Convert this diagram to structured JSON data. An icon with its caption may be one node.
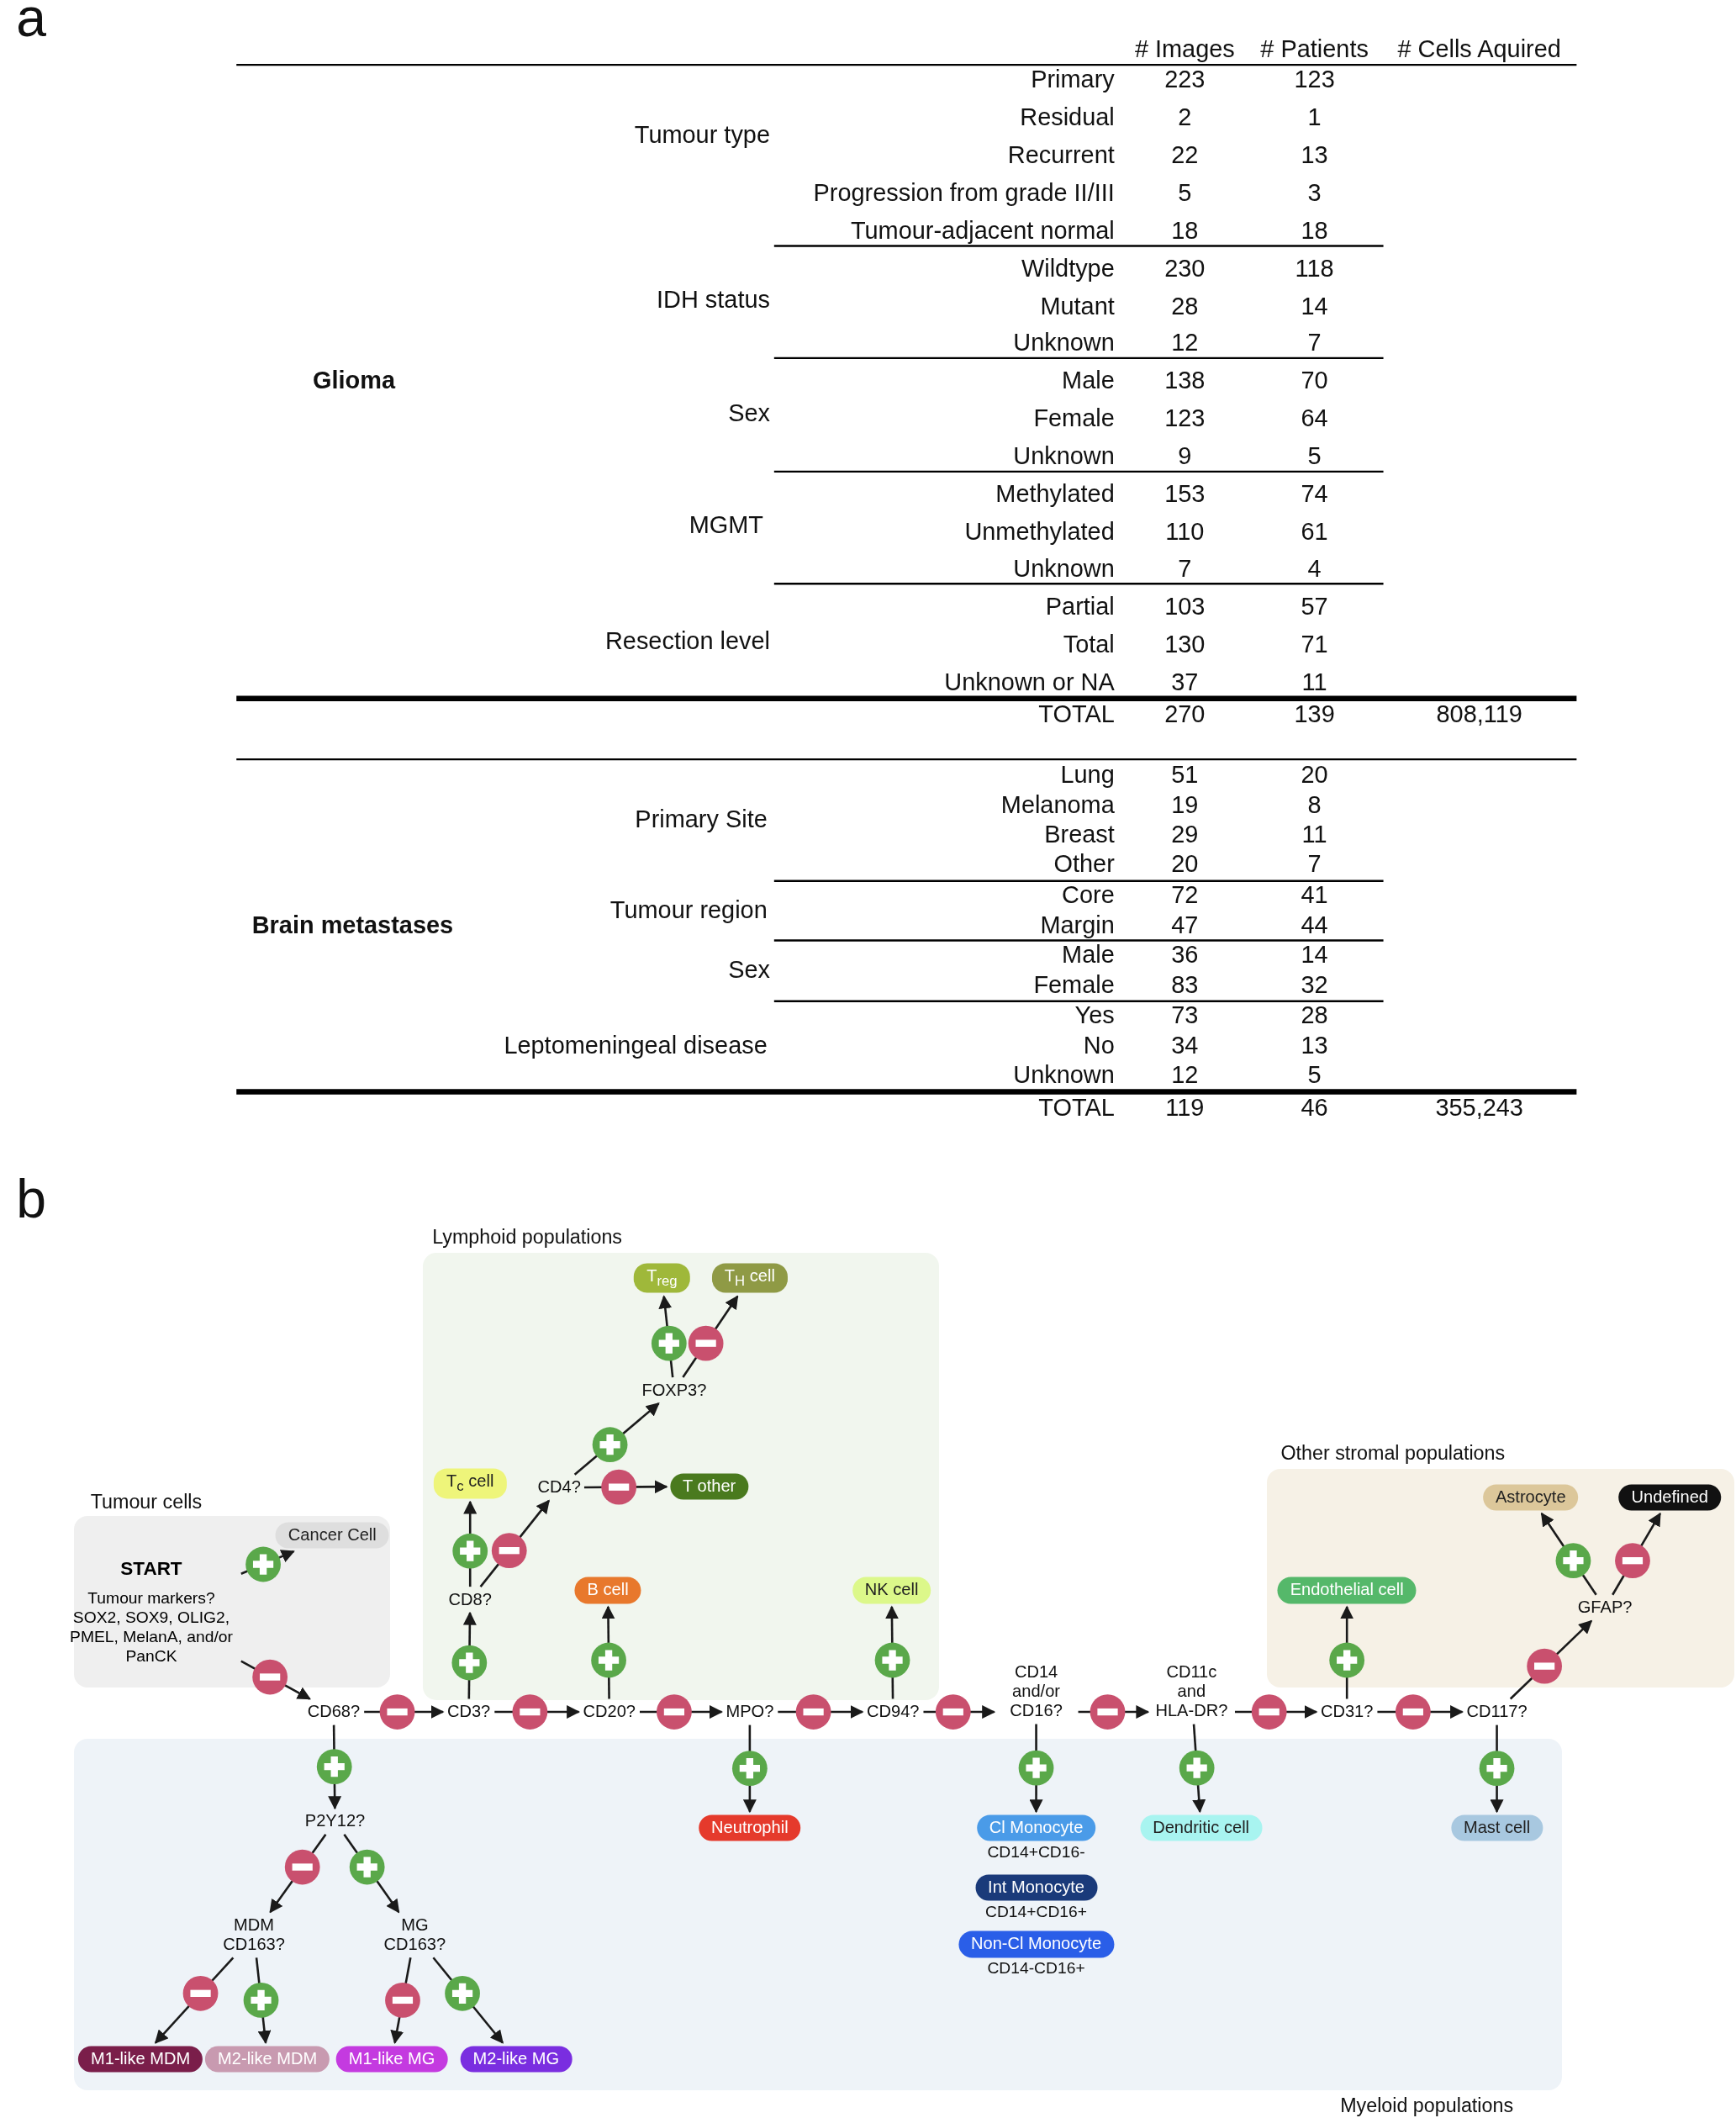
{
  "diagram": {
    "nodes": [
      {
        "text": [
          "Tumour cells"
        ]
      },
      {
        "text": [
          "START",
          "Tumour markers? SOX2, SOX9, OLIG2, PMEL, MelanA, and/or PanCK"
        ],
        "in": 0
      },
      {
        "text": [
          "Cancer Cell"
        ],
        "in": 0
      },
      {
        "text": [
          "Lymphoid populations"
        ]
      },
      {
        "text": [
          "Other stromal populations"
        ]
      },
      {
        "text": [
          "Myeloid populations"
        ]
      },
      {
        "text": [
          "CD68?"
        ]
      },
      {
        "text": [
          "CD3?"
        ]
      },
      {
        "text": [
          "CD20?"
        ]
      },
      {
        "text": [
          "MPO?"
        ]
      },
      {
        "text": [
          "CD94?"
        ]
      },
      {
        "text": [
          "CD14 and/or CD16?"
        ]
      },
      {
        "text": [
          "CD11c and HLA-DR?"
        ]
      },
      {
        "text": [
          "CD31?"
        ]
      },
      {
        "text": [
          "CD117?"
        ]
      },
      {
        "text": [
          "CD8?"
        ],
        "in": 3
      },
      {
        "text": [
          "T$_{c}$ cell"
        ],
        "in": 3
      },
      {
        "text": [
          "CD4?"
        ],
        "in": 3
      },
      {
        "text": [
          "T other"
        ],
        "in": 3
      },
      {
        "text": [
          "FOXP3?"
        ],
        "in": 3
      },
      {
        "text": [
          "T$_{reg}$"
        ],
        "in": 3
      },
      {
        "text": [
          "T$_{H}$ cell"
        ],
        "in": 3
      },
      {
        "text": [
          "B cell"
        ],
        "in": 3
      },
      {
        "text": [
          "NK cell"
        ],
        "in": 3
      },
      {
        "text": [
          "Endothelial cell"
        ],
        "in": 4
      },
      {
        "text": [
          "GFAP?"
        ],
        "in": 4
      },
      {
        "text": [
          "Astrocyte"
        ],
        "in": 4
      },
      {
        "text": [
          "Undefined"
        ],
        "in": 4
      },
      {
        "text": [
          "P2Y12?"
        ],
        "in": 5
      },
      {
        "text": [
          "MDM CD163?"
        ],
        "in": 5
      },
      {
        "text": [
          "MG CD163?"
        ],
        "in": 5
      },
      {
        "text": [
          "M1-like MDM"
        ],
        "in": 5
      },
      {
        "text": [
          "M2-like MDM"
        ],
        "in": 5
      },
      {
        "text": [
          "M1-like MG"
        ],
        "in": 5
      },
      {
        "text": [
          "M2-like MG"
        ],
        "in": 5
      },
      {
        "text": [
          "Neutrophil"
        ],
        "in": 5
      },
      {
        "text": [
          "Cl Monocyte"
        ],
        "in": 5,
        "beside": [
          "CD14+CD16-"
        ]
      },
      {
        "text": [
          "Int Monocyte"
        ],
        "in": 5,
        "beside": [
          "CD14+CD16+"
        ]
      },
      {
        "text": [
          "Non-Cl Monocyte"
        ],
        "in": 5,
        "beside": [
          "CD14-CD16+"
        ]
      },
      {
        "text": [
          "Dendritic cell"
        ],
        "in": 5
      },
      {
        "text": [
          "Mast cell"
        ],
        "in": 5
      }
    ],
    "edges": [
      {
        "from": 1,
        "to": 2,
        "arrow": "to"
      },
      {
        "from": 1,
        "to": 6,
        "arrow": "to"
      },
      {
        "from": 6,
        "to": 7,
        "arrow": "to"
      },
      {
        "from": 7,
        "to": 8,
        "arrow": "to"
      },
      {
        "from": 8,
        "to": 9,
        "arrow": "to"
      },
      {
        "from": 9,
        "to": 10,
        "arrow": "to"
      },
      {
        "from": 10,
        "to": 11,
        "arrow": "to"
      },
      {
        "from": 11,
        "to": 12,
        "arrow": "to"
      },
      {
        "from": 12,
        "to": 13,
        "arrow": "to"
      },
      {
        "from": 13,
        "to": 14,
        "arrow": "to"
      },
      {
        "from": 14,
        "to": 25,
        "arrow": "to"
      },
      {
        "from": 25,
        "to": 26,
        "arrow": "to"
      },
      {
        "from": 25,
        "to": 27,
        "arrow": "to"
      },
      {
        "from": 13,
        "to": 24,
        "arrow": "to"
      },
      {
        "from": 10,
        "to": 23,
        "arrow": "to"
      },
      {
        "from": 8,
        "to": 22,
        "arrow": "to"
      },
      {
        "from": 7,
        "to": 15,
        "arrow": "to"
      },
      {
        "from": 15,
        "to": 16,
        "arrow": "to"
      },
      {
        "from": 15,
        "to": 17,
        "arrow": "to"
      },
      {
        "from": 17,
        "to": 18,
        "arrow": "to"
      },
      {
        "from": 17,
        "to": 19,
        "arrow": "to"
      },
      {
        "from": 19,
        "to": 20,
        "arrow": "to"
      },
      {
        "from": 19,
        "to": 21,
        "arrow": "to"
      },
      {
        "from": 6,
        "to": 28,
        "arrow": "to"
      },
      {
        "from": 28,
        "to": 29,
        "arrow": "to"
      },
      {
        "from": 28,
        "to": 30,
        "arrow": "to"
      },
      {
        "from": 29,
        "to": 31,
        "arrow": "to"
      },
      {
        "from": 29,
        "to": 32,
        "arrow": "to"
      },
      {
        "from": 30,
        "to": 33,
        "arrow": "to"
      },
      {
        "from": 30,
        "to": 34,
        "arrow": "to"
      },
      {
        "from": 9,
        "to": 35,
        "arrow": "to"
      },
      {
        "from": 11,
        "to": 36,
        "arrow": "to"
      },
      {
        "from": 12,
        "to": 39,
        "arrow": "to"
      },
      {
        "from": 14,
        "to": 40,
        "arrow": "to"
      }
    ],
    "labels": [
      "a",
      "# Images",
      "# Patients",
      "# Cells Aquired",
      "Glioma",
      "Tumour type",
      "Primary",
      "223",
      "123",
      "Residual",
      "2",
      "1",
      "Recurrent",
      "22",
      "13",
      "Progression from grade II/III",
      "5",
      "3",
      "Tumour-adjacent normal",
      "18",
      "18",
      "IDH status",
      "Wildtype",
      "230",
      "118",
      "Mutant",
      "28",
      "14",
      "Unknown",
      "12",
      "7",
      "Sex",
      "Male",
      "138",
      "70",
      "Female",
      "123",
      "64",
      "Unknown",
      "9",
      "5",
      "MGMT",
      "Methylated",
      "153",
      "74",
      "Unmethylated",
      "110",
      "61",
      "Unknown",
      "7",
      "4",
      "Resection level",
      "Partial",
      "103",
      "57",
      "Total",
      "130",
      "71",
      "Unknown or NA",
      "37",
      "11",
      "TOTAL",
      "270",
      "139",
      "808,119",
      "Brain metastases",
      "Primary Site",
      "Lung",
      "51",
      "20",
      "Melanoma",
      "19",
      "8",
      "Breast",
      "29",
      "11",
      "Other",
      "20",
      "7",
      "Tumour region",
      "Core",
      "72",
      "41",
      "Margin",
      "47",
      "44",
      "Sex",
      "Male",
      "36",
      "14",
      "Female",
      "83",
      "32",
      "Leptomeningeal disease",
      "Yes",
      "73",
      "28",
      "No",
      "34",
      "13",
      "Unknown",
      "12",
      "5",
      "TOTAL",
      "119",
      "46",
      "355,243",
      "b"
    ]
  }
}
